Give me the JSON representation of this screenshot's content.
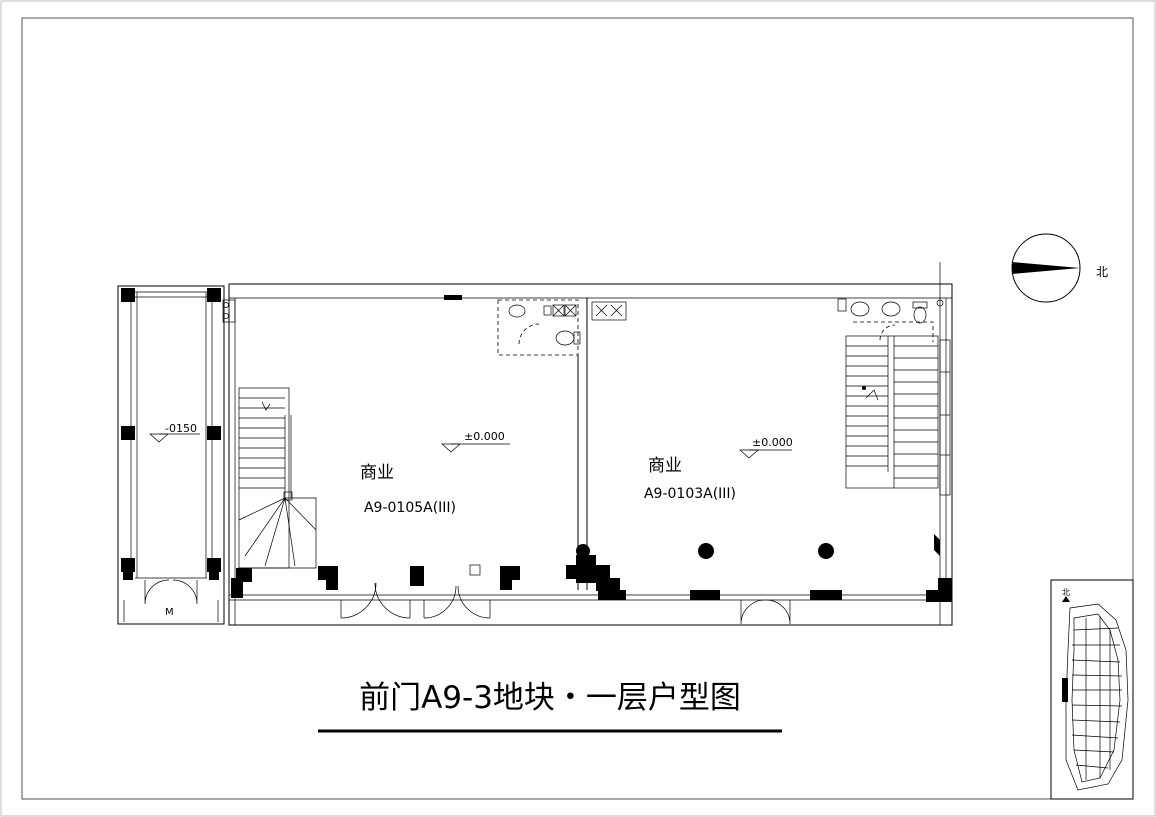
{
  "title": "前门A9-3地块・一层户型图",
  "north_label": "北",
  "keymap_north_label": "北",
  "units": [
    {
      "use": "商业",
      "code": "A9-0105A(III)"
    },
    {
      "use": "商业",
      "code": "A9-0103A(III)"
    }
  ],
  "elevations": {
    "vestibule": "-0150",
    "unit_left": "±0.000",
    "unit_right": "±0.000"
  },
  "door_label": "M"
}
